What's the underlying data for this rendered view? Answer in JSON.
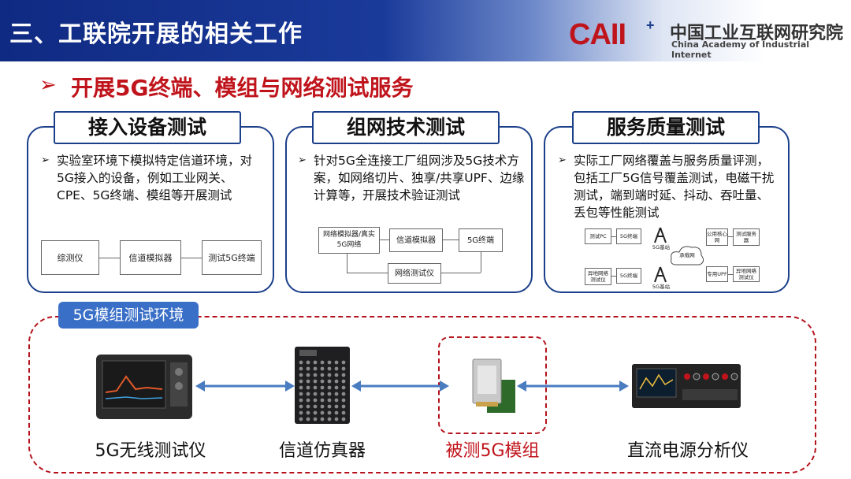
{
  "header": {
    "title": "三、工联院开展的相关工作",
    "logo_text": "CAII",
    "logo_cn": "中国工业互联网研究院",
    "logo_en": "China Academy of Industrial Internet"
  },
  "subtitle": {
    "arrow": "➢",
    "text": "开展5G终端、模组与网络测试服务"
  },
  "panels": [
    {
      "title": "接入设备测试",
      "bullet": "实验室环境下模拟特定信道环境，对5G接入的设备，例如工业网关、CPE、5G终端、模组等开展测试",
      "diagram": [
        "综测仪",
        "信道模拟器",
        "测试5G终端"
      ]
    },
    {
      "title": "组网技术测试",
      "bullet": "针对5G全连接工厂组网涉及5G技术方案，如网络切片、独享/共享UPF、边缘计算等，开展技术验证测试",
      "diagram": [
        "网络模拟器/真实5G网络",
        "信道模拟器",
        "5G终端",
        "网络测试仪"
      ]
    },
    {
      "title": "服务质量测试",
      "bullet": "实际工厂网络覆盖与服务质量评测，包括工厂5G信号覆盖测试，电磁干扰测试，端到端时延、抖动、吞吐量、丢包等性能测试",
      "diagram": [
        "测试PC",
        "5G终端",
        "5G基站",
        "承载网",
        "公用核心网",
        "测试服务器",
        "异地网络测试仪",
        "5G终端",
        "5G基站",
        "专用UPF",
        "异地网络测试仪"
      ]
    }
  ],
  "environment": {
    "tag": "5G模组测试环境",
    "devices": [
      "5G无线测试仪",
      "信道仿真器",
      "被测5G模组",
      "直流电源分析仪"
    ]
  },
  "colors": {
    "accent_red": "#c0141c",
    "panel_border": "#1b3f8a",
    "tag_blue": "#3a6fc7",
    "arrow_blue": "#4a7cc0"
  }
}
